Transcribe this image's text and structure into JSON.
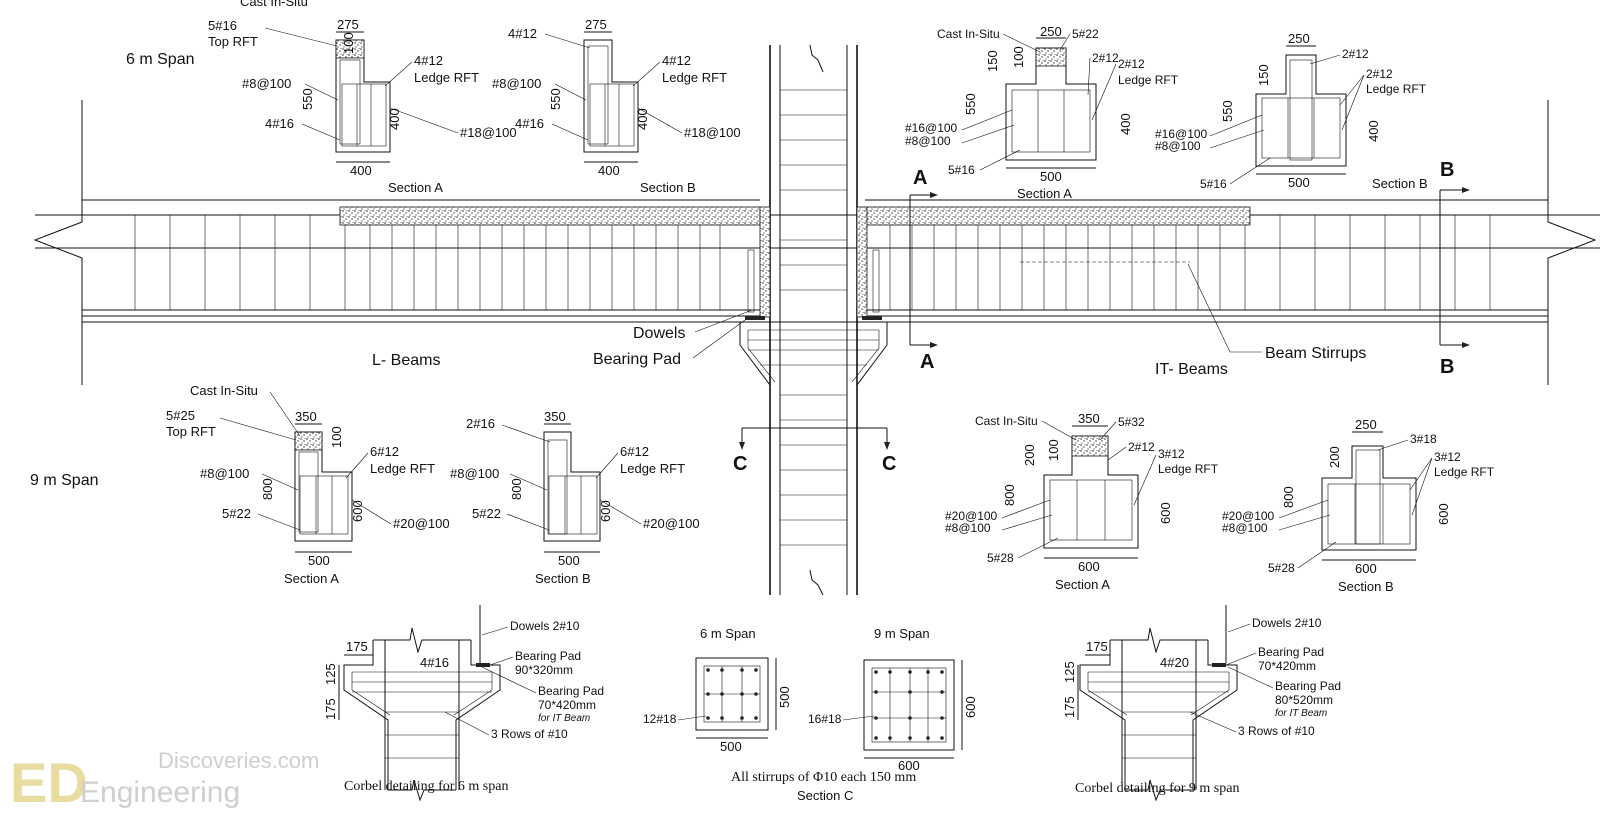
{
  "spans": {
    "six": "6 m Span",
    "nine": "9 m Span"
  },
  "beams": {
    "l_beams": "L- Beams",
    "it_beams": "IT- Beams"
  },
  "labels": {
    "dowels": "Dowels",
    "bearing_pad": "Bearing Pad",
    "beam_stirrups": "Beam Stirrups",
    "cast_in_situ": "Cast In-Situ",
    "section_a": "Section A",
    "section_b": "Section B",
    "section_c": "Section C",
    "ledge_rft": "Ledge RFT",
    "top_rft": "Top RFT",
    "cut_a": "A",
    "cut_b": "B",
    "cut_c": "C"
  },
  "l6a": {
    "top": "5#16",
    "w_top": "275",
    "h_top": "100",
    "ledge": "4#12",
    "stirrup": "#8@100",
    "h": "550",
    "bottom": "4#16",
    "h2": "400",
    "side": "#18@100",
    "w": "400"
  },
  "l6b": {
    "top": "4#12",
    "w_top": "275",
    "ledge": "4#12",
    "stirrup": "#8@100",
    "h": "550",
    "bottom": "4#16",
    "h2": "400",
    "side": "#18@100",
    "w": "400"
  },
  "it6a": {
    "w_top": "250",
    "top": "5#22",
    "h1": "150",
    "h_top": "100",
    "ledge": "2#12",
    "h": "550",
    "h2": "400",
    "side": "#16@100",
    "stirrup": "#8@100",
    "bottom": "5#16",
    "w": "500"
  },
  "it6b": {
    "w_top": "250",
    "top": "2#12",
    "ledge": "2#12",
    "h1": "150",
    "h": "550",
    "h2": "400",
    "side": "#16@100",
    "stirrup": "#8@100",
    "bottom": "5#16",
    "w": "500"
  },
  "l9a": {
    "top": "5#25",
    "w_top": "350",
    "h_top": "100",
    "ledge": "6#12",
    "stirrup": "#8@100",
    "h": "800",
    "h2": "600",
    "bottom": "5#22",
    "side": "#20@100",
    "w": "500"
  },
  "l9b": {
    "top": "2#16",
    "w_top": "350",
    "ledge": "6#12",
    "stirrup": "#8@100",
    "h": "800",
    "h2": "600",
    "bottom": "5#22",
    "side": "#20@100",
    "w": "500"
  },
  "it9a": {
    "w_top": "350",
    "top": "5#32",
    "h1": "200",
    "h_top": "100",
    "ledge": "3#12",
    "ledge2": "2#12",
    "h": "800",
    "h2": "600",
    "side": "#20@100",
    "stirrup": "#8@100",
    "bottom": "5#28",
    "w": "600"
  },
  "it9b": {
    "w_top": "250",
    "top": "3#18",
    "ledge": "3#12",
    "h1": "200",
    "h": "800",
    "h2": "600",
    "side": "#20@100",
    "stirrup": "#8@100",
    "bottom": "5#28",
    "w": "600"
  },
  "corbel6": {
    "dowels": "Dowels 2#10",
    "w": "175",
    "bars": "4#16",
    "pad1_t": "Bearing Pad",
    "pad1": "90*320mm",
    "pad2_t": "Bearing Pad",
    "pad2": "70*420mm",
    "for_it": "for IT Beam",
    "h1": "175",
    "h2": "125",
    "rows": "3 Rows of #10",
    "caption": "Corbel detailing for 6 m span"
  },
  "corbel9": {
    "dowels": "Dowels 2#10",
    "w": "175",
    "bars": "4#20",
    "pad1_t": "Bearing Pad",
    "pad1": "70*420mm",
    "pad2_t": "Bearing Pad",
    "pad2": "80*520mm",
    "for_it": "for IT Beam",
    "h1": "175",
    "h2": "125",
    "rows": "3 Rows of #10",
    "caption": "Corbel detailing for 9 m span"
  },
  "col6": {
    "title": "6 m Span",
    "bars": "12#18",
    "w": "500",
    "h": "500"
  },
  "col9": {
    "title": "9 m Span",
    "bars": "16#18",
    "w": "600",
    "h": "600"
  },
  "col_note": "All stirrups of Φ10 each 150 mm",
  "watermark": {
    "line1": "Discoveries.com",
    "line2": "Engineering",
    "logo": "ED"
  }
}
